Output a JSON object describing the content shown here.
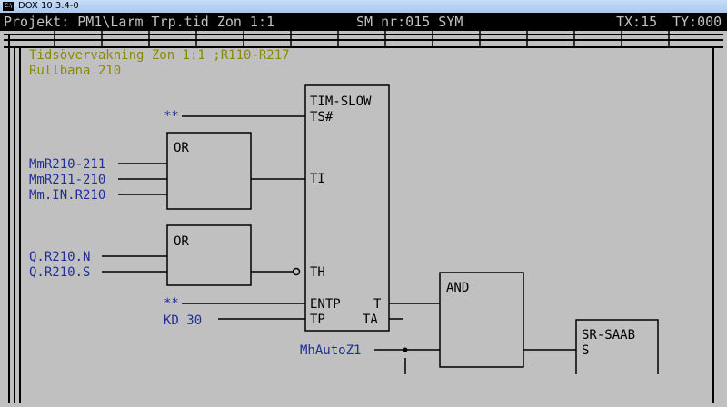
{
  "window": {
    "title": "DOX 10 3.4-0",
    "icon": "console-icon"
  },
  "statusbar": {
    "project": "Projekt: PM1\\Larm Trp.tid Zon 1:1",
    "sm": "SM nr:015 SYM",
    "tx": "TX:15",
    "ty": "TY:000"
  },
  "diagram": {
    "comment_line1": "Tidsövervakning Zon 1:1  ;R110-R217",
    "comment_line2": "Rullbana 210",
    "tim_block": {
      "name": "TIM-SLOW",
      "ts": "TS#",
      "ti": "TI",
      "th": "TH",
      "entp": "ENTP",
      "tp": "TP",
      "t": "T",
      "ta": "TA"
    },
    "or1": {
      "name": "OR",
      "inputs": [
        "MmR210-211",
        "MmR211-210",
        "Mm.IN.R210"
      ]
    },
    "or2": {
      "name": "OR",
      "inputs": [
        "Q.R210.N",
        "Q.R210.S"
      ]
    },
    "ts_input": "**",
    "entp_input": "**",
    "tp_input": "KD 30",
    "and_block": {
      "name": "AND",
      "input2": "MhAutoZ1"
    },
    "sr_block": {
      "name": "SR-SAAB",
      "s": "S"
    }
  }
}
